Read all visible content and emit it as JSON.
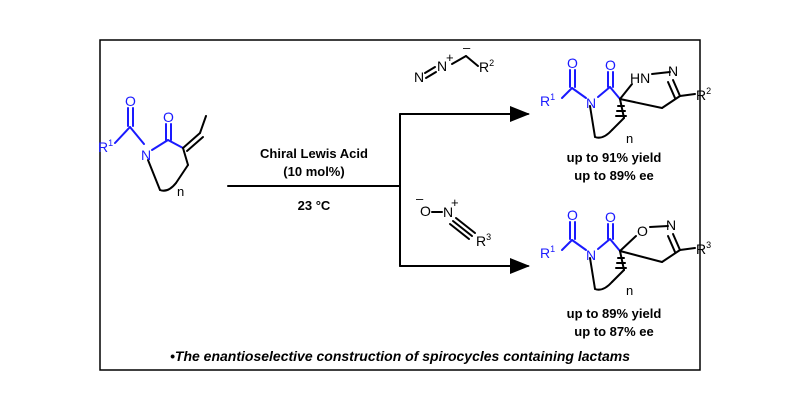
{
  "conditions": {
    "catalyst": "Chiral Lewis Acid",
    "loading": "(10 mol%)",
    "temperature": "23 °C"
  },
  "reagents": {
    "diazo": {
      "n1": "N",
      "n2": "N",
      "r": "R",
      "r_sup": "2"
    },
    "nitrile_oxide": {
      "o": "O",
      "n": "N",
      "r": "R",
      "r_sup": "3"
    }
  },
  "substrate": {
    "r": "R",
    "r_sup": "1",
    "o1": "O",
    "o2": "O",
    "n": "N",
    "subscript": "n"
  },
  "products": [
    {
      "atoms": {
        "o1": "O",
        "o2": "O",
        "n": "N",
        "hn": "HN",
        "n2": "N",
        "r1": "R",
        "r1_sup": "1",
        "r": "R",
        "r_sup": "2",
        "subscript": "n"
      },
      "yield": "up to 91% yield",
      "ee": "up to 89% ee"
    },
    {
      "atoms": {
        "o1": "O",
        "o2": "O",
        "n": "N",
        "o_ring": "O",
        "n2": "N",
        "r1": "R",
        "r1_sup": "1",
        "r": "R",
        "r_sup": "3",
        "subscript": "n"
      },
      "yield": "up to 89% yield",
      "ee": "up to 87% ee"
    }
  ],
  "caption": "•The enantioselective construction of spirocycles containing lactams",
  "colors": {
    "frame": "#000000",
    "highlight": "#1a1aff"
  }
}
